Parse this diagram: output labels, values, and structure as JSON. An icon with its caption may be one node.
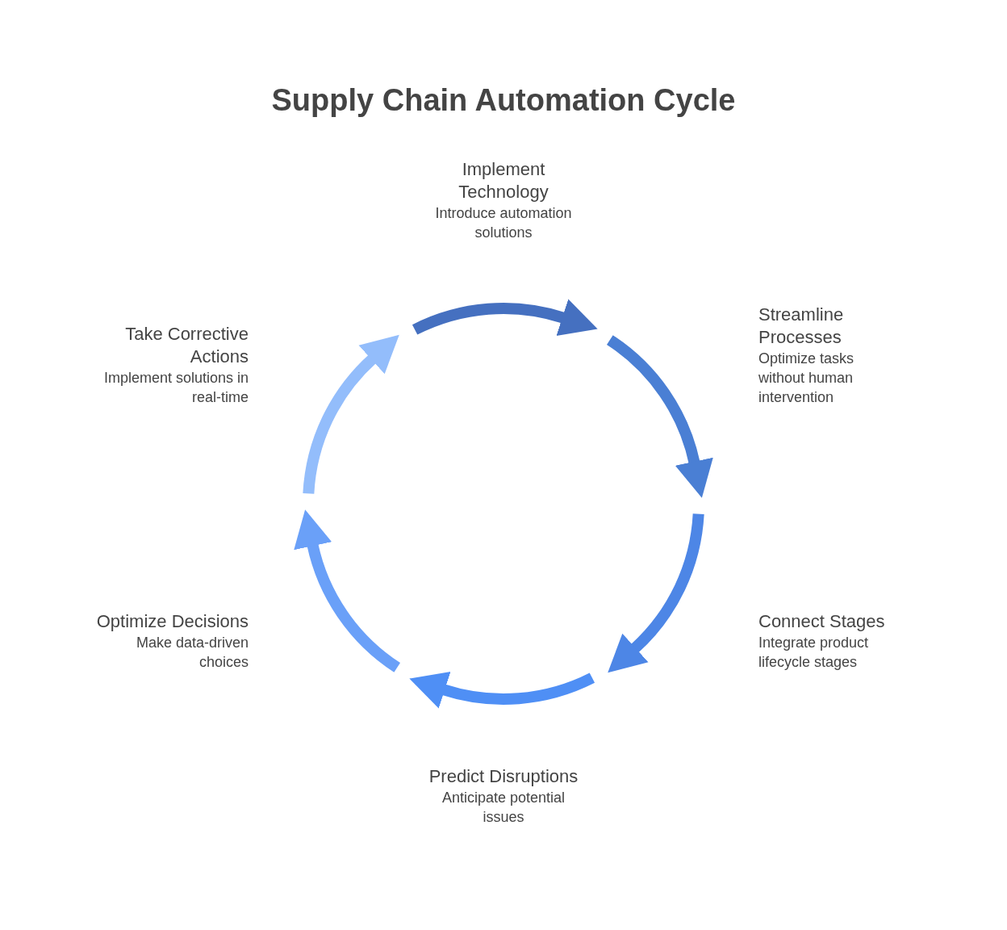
{
  "diagram": {
    "title": "Supply Chain Automation Cycle",
    "nodes": [
      {
        "text": [
          "Implement Technology",
          "Introduce automation solutions"
        ]
      },
      {
        "text": [
          "Streamline Processes",
          "Optimize tasks without human intervention"
        ]
      },
      {
        "text": [
          "Connect Stages",
          "Integrate product lifecycle stages"
        ]
      },
      {
        "text": [
          "Predict Disruptions",
          "Anticipate potential issues"
        ]
      },
      {
        "text": [
          "Optimize Decisions",
          "Make data-driven choices"
        ]
      },
      {
        "text": [
          "Take Corrective Actions",
          "Implement solutions in real-time"
        ]
      }
    ]
  }
}
